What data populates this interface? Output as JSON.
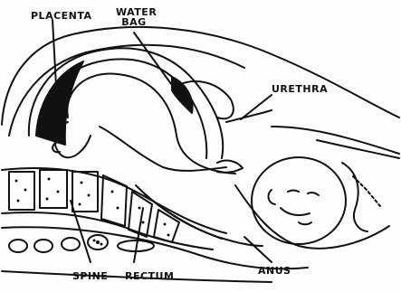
{
  "labels": {
    "placenta": "PLACENTA",
    "water_bag_line1": "WATER",
    "water_bag_line2": "BAG",
    "urethra": "URETHRA",
    "spine": "SPINE",
    "rectum": "RECTUM",
    "anus": "ANUS"
  },
  "colors": {
    "ink": "#111111",
    "paper": "#fdfdfb"
  }
}
